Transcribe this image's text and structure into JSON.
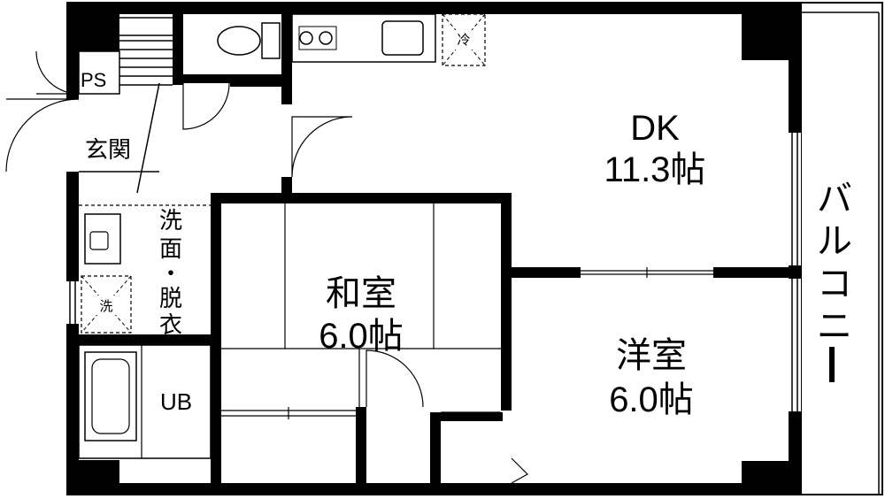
{
  "rooms": {
    "dk": {
      "name": "DK",
      "size": "11.3帖"
    },
    "washitsu": {
      "name": "和室",
      "size": "6.0帖"
    },
    "youshitsu": {
      "name": "洋室",
      "size": "6.0帖"
    },
    "genkan": {
      "name": "玄関"
    },
    "ub": {
      "name": "UB"
    },
    "ps": {
      "name": "PS"
    },
    "washroom": {
      "chars": [
        "洗",
        "面",
        "・",
        "脱",
        "衣"
      ]
    },
    "balcony": {
      "chars": [
        "バ",
        "ル",
        "コ",
        "ニ",
        "ー"
      ]
    }
  },
  "symbols": {
    "fridge": "冷",
    "washer": "洗"
  }
}
